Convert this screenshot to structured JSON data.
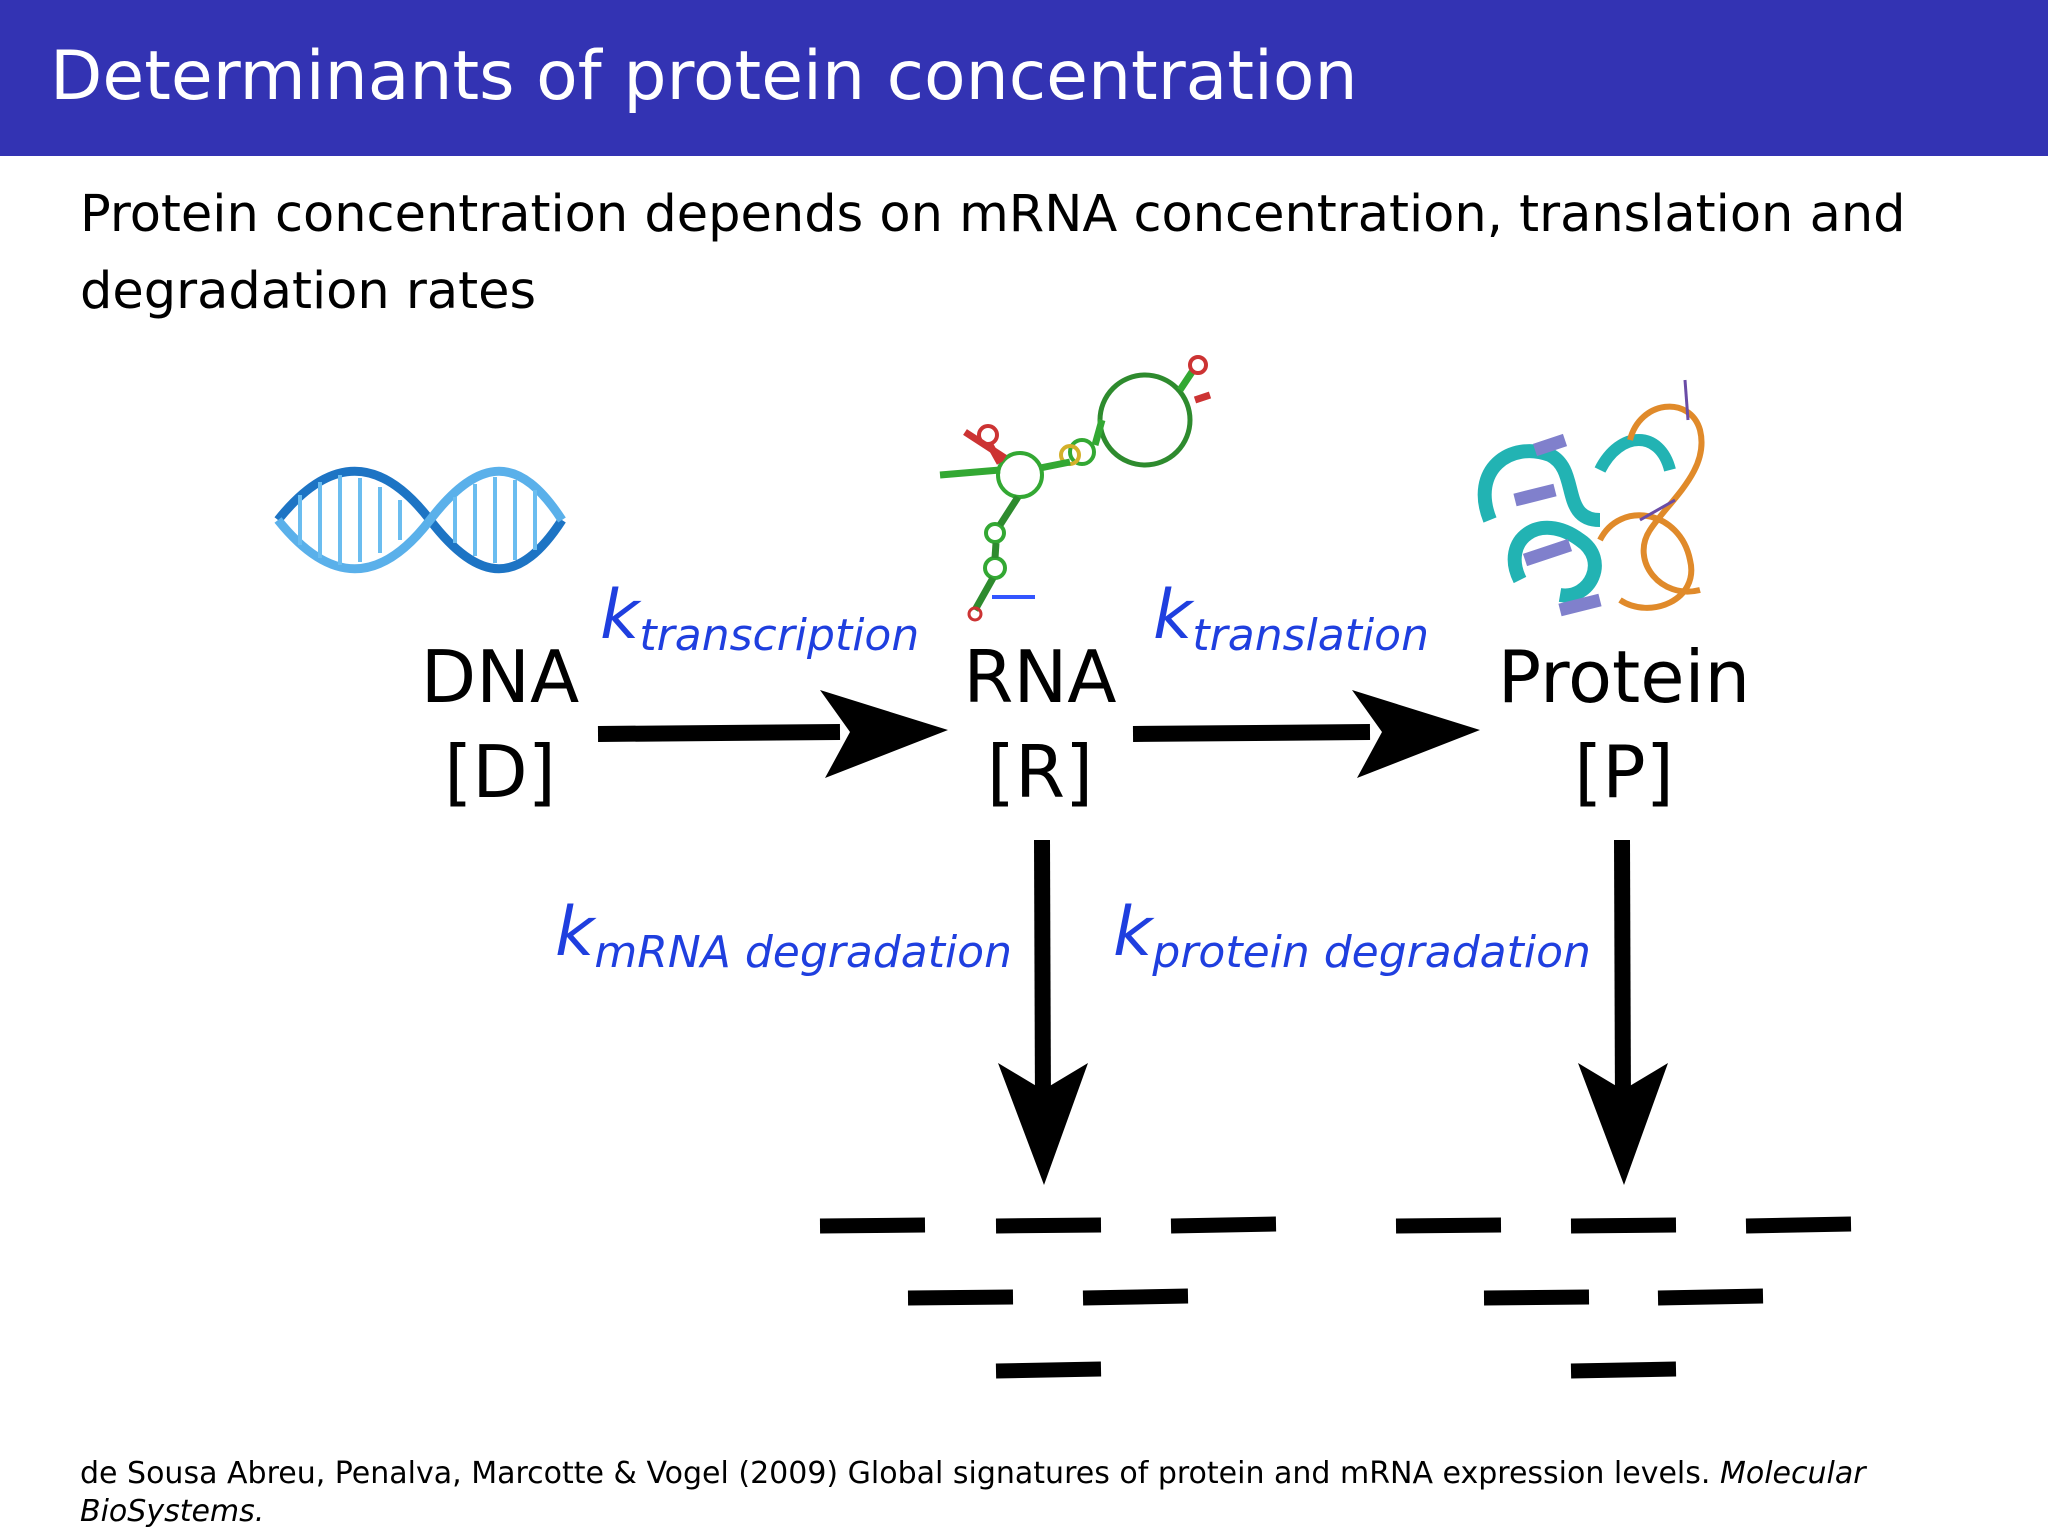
{
  "title": "Determinants of protein concentration",
  "intro": "Protein concentration depends on mRNA concentration, translation and degradation rates",
  "nodes": {
    "dna": {
      "name": "DNA",
      "symbol": "[D]"
    },
    "rna": {
      "name": "RNA",
      "symbol": "[R]"
    },
    "protein": {
      "name": "Protein",
      "symbol": "[P]"
    }
  },
  "rates": {
    "transcription": {
      "k": "k",
      "sub": "transcription"
    },
    "translation": {
      "k": "k",
      "sub": "translation"
    },
    "mrna_degradation": {
      "k": "k",
      "sub": "mRNA degradation"
    },
    "protein_degradation": {
      "k": "k",
      "sub": "protein degradation"
    }
  },
  "images": {
    "dna": "dna-double-helix-image",
    "rna": "rna-secondary-structure-image",
    "protein": "protein-ribbon-structure-image"
  },
  "colors": {
    "title_bar": "#3333b3",
    "rate_text": "#1f3fdf"
  },
  "citation": {
    "text": "de Sousa Abreu, Penalva, Marcotte & Vogel (2009) Global signatures of protein and mRNA expression levels.",
    "journal": "Molecular BioSystems."
  }
}
